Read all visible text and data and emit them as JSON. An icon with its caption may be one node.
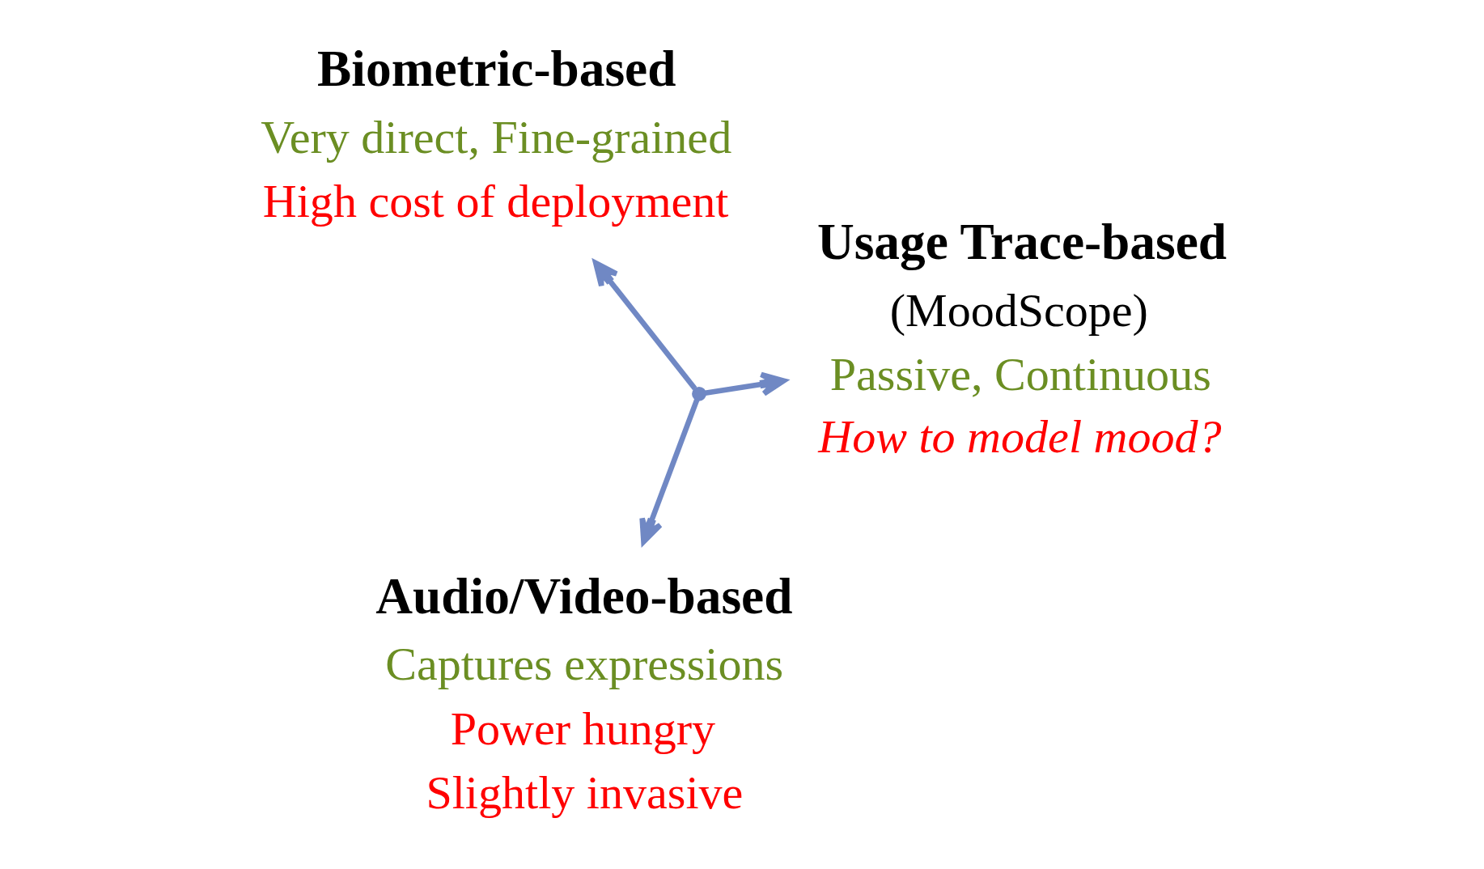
{
  "diagram": {
    "nodes": [
      {
        "text": [],
        "shape": "point"
      },
      {
        "text": [
          "Usage Trace-based",
          "(MoodScope)",
          "Passive, Continuous",
          "How to model mood?"
        ]
      },
      {
        "text": [
          "Audio/Video-based",
          "Captures expressions",
          "Power hungry",
          "Slightly invasive"
        ]
      },
      {
        "text": [
          "Biometric-based",
          "Very direct, Fine-grained",
          "High cost of deployment"
        ]
      }
    ],
    "edges": [
      {
        "from": 0,
        "to": 1,
        "arrow": "to"
      },
      {
        "from": 0,
        "to": 2,
        "arrow": "to"
      },
      {
        "from": 0,
        "to": 3,
        "arrow": "to"
      }
    ]
  }
}
